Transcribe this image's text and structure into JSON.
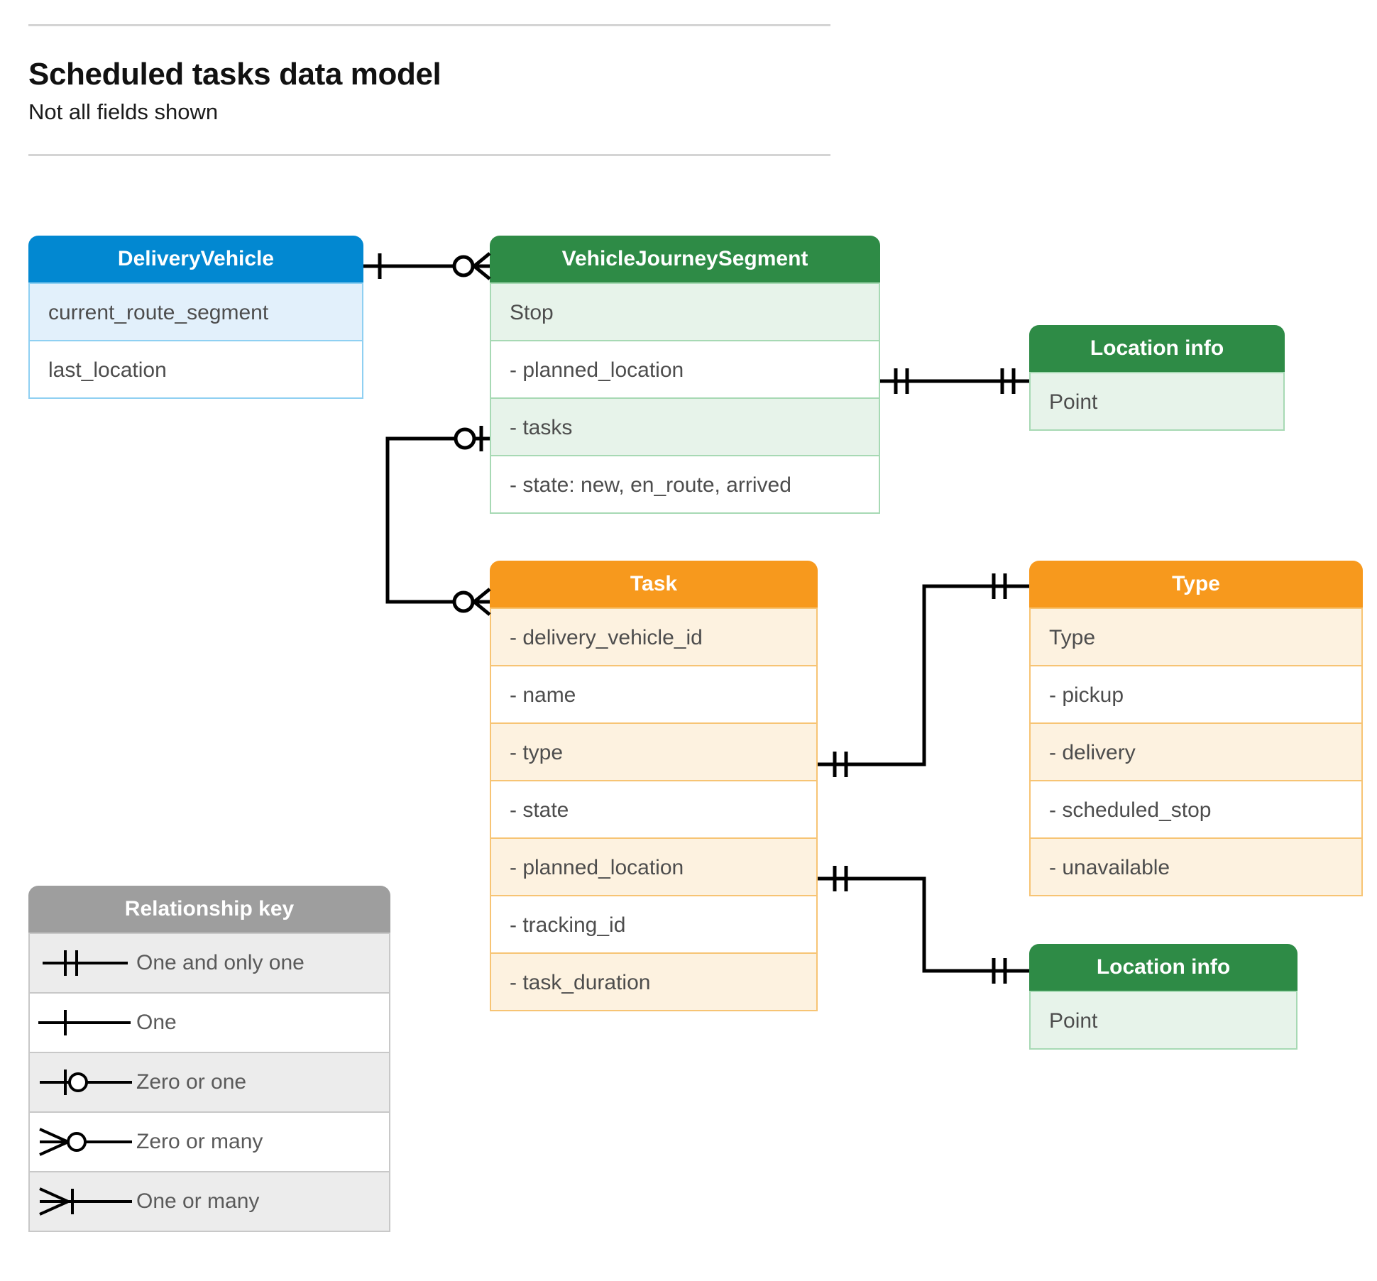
{
  "header": {
    "title": "Scheduled tasks data model",
    "subtitle": "Not all fields shown"
  },
  "entities": {
    "delivery_vehicle": {
      "title": "DeliveryVehicle",
      "color": "#0288d1",
      "rows": [
        "current_route_segment",
        "last_location"
      ]
    },
    "vehicle_journey_segment": {
      "title": "VehicleJourneySegment",
      "color": "#2e8b46",
      "rows": [
        "Stop",
        "-  planned_location",
        "- tasks",
        "- state: new, en_route, arrived"
      ]
    },
    "location_info_top": {
      "title": "Location info",
      "color": "#2e8b46",
      "rows": [
        "Point"
      ]
    },
    "location_info_bottom": {
      "title": "Location info",
      "color": "#2e8b46",
      "rows": [
        "Point"
      ]
    },
    "task": {
      "title": "Task",
      "color": "#f7991d",
      "rows": [
        "- delivery_vehicle_id",
        "- name",
        "- type",
        "- state",
        "- planned_location",
        "- tracking_id",
        "- task_duration"
      ]
    },
    "type": {
      "title": "Type",
      "color": "#f7991d",
      "rows": [
        "Type",
        "-  pickup",
        "-  delivery",
        "-  scheduled_stop",
        "-  unavailable"
      ]
    }
  },
  "legend": {
    "title": "Relationship key",
    "color": "#9e9e9e",
    "items": [
      {
        "symbol": "one-and-only-one",
        "label": "One and only one"
      },
      {
        "symbol": "one",
        "label": "One"
      },
      {
        "symbol": "zero-or-one",
        "label": "Zero or one"
      },
      {
        "symbol": "zero-or-many",
        "label": "Zero or many"
      },
      {
        "symbol": "one-or-many",
        "label": "One or many"
      }
    ]
  },
  "relationships": [
    {
      "name": "deliveryvehicle-to-vehiclejourneysegment",
      "from": "DeliveryVehicle",
      "to": "VehicleJourneySegment",
      "from_symbol": "one",
      "to_symbol": "zero-or-many"
    },
    {
      "name": "vehiclejourneysegment-plannedlocation-to-locationinfo",
      "from": "VehicleJourneySegment.planned_location",
      "to": "Location info",
      "from_symbol": "one-and-only-one",
      "to_symbol": "one-and-only-one"
    },
    {
      "name": "vehiclejourneysegment-tasks-to-task",
      "from": "VehicleJourneySegment.tasks",
      "to": "Task",
      "from_symbol": "zero-or-one",
      "to_symbol": "zero-or-many"
    },
    {
      "name": "task-type-to-type",
      "from": "Task.type",
      "to": "Type",
      "from_symbol": "one-and-only-one",
      "to_symbol": "one-and-only-one"
    },
    {
      "name": "task-plannedlocation-to-locationinfo",
      "from": "Task.planned_location",
      "to": "Location info",
      "from_symbol": "one-and-only-one",
      "to_symbol": "one-and-only-one"
    }
  ],
  "colors": {
    "line": "#000000",
    "rule": "#d4d4d4",
    "text_body": "#4d4d4d",
    "text_title": "#111111"
  }
}
